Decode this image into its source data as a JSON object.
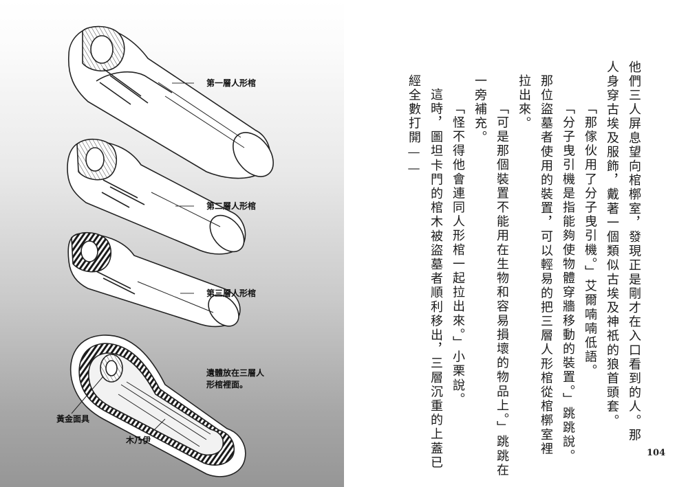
{
  "illustration": {
    "labels": {
      "coffin1": "第一層人形棺",
      "coffin2": "第二層人形棺",
      "coffin3": "第三層人形棺",
      "body": "遺體放在三層人形棺裡面。",
      "mask": "黃金面具",
      "mummy": "木乃伊"
    }
  },
  "text": {
    "columns": [
      "他們三人屏息望向棺槨室，發現正是剛才在入口看到的人。那",
      "人身穿古埃及服飾，戴著一個類似古埃及神祇的狼首頭套。",
      "「那傢伙用了分子曳引機。」艾爾喃喃低語。",
      "「分子曳引機是指能夠使物體穿牆移動的裝置。」跳跳說。",
      "那位盜墓者使用的裝置，可以輕易的把三層人形棺從棺槨室裡",
      "拉出來。",
      "「可是那個裝置不能用在生物和容易損壞的物品上。」跳跳在",
      "一旁補充。",
      "「怪不得他會連同人形棺一起拉出來。」小栗說。",
      "這時，圖坦卡門的棺木被盜墓者順利移出，三層沉重的上蓋已",
      "經全數打開——"
    ]
  },
  "page_number": "104"
}
